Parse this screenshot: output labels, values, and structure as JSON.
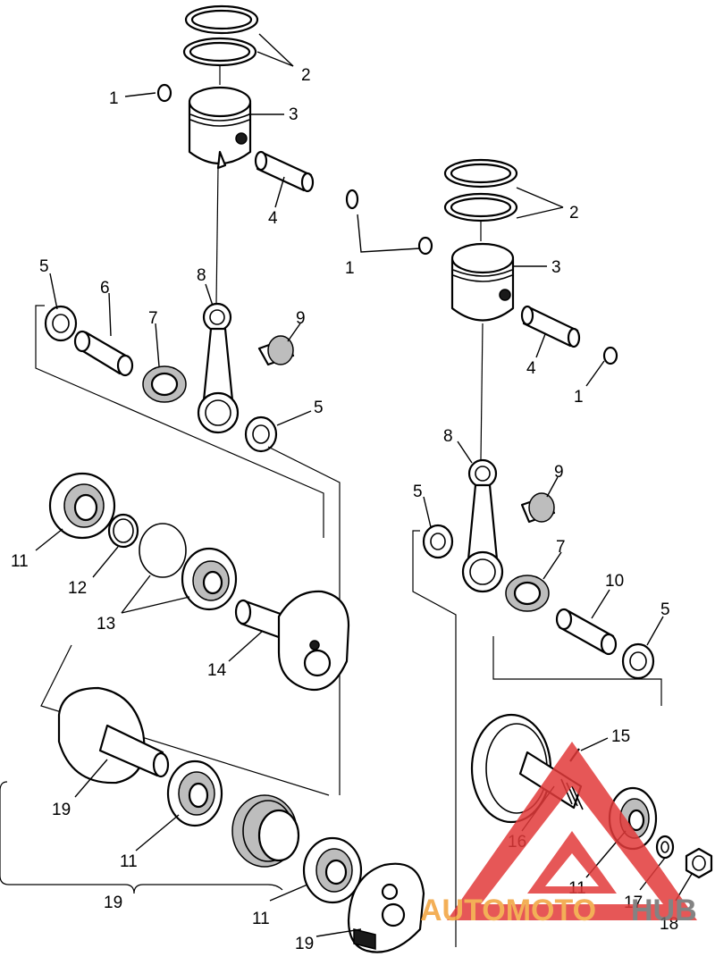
{
  "callouts": [
    {
      "id": "c2a",
      "text": "2"
    },
    {
      "id": "c1a",
      "text": "1"
    },
    {
      "id": "c3a",
      "text": "3"
    },
    {
      "id": "c4a",
      "text": "4"
    },
    {
      "id": "c2b",
      "text": "2"
    },
    {
      "id": "c1b",
      "text": "1"
    },
    {
      "id": "c3b",
      "text": "3"
    },
    {
      "id": "c4b",
      "text": "4"
    },
    {
      "id": "c1c",
      "text": "1"
    },
    {
      "id": "c5a",
      "text": "5"
    },
    {
      "id": "c6",
      "text": "6"
    },
    {
      "id": "c7a",
      "text": "7"
    },
    {
      "id": "c8a",
      "text": "8"
    },
    {
      "id": "c9a",
      "text": "9"
    },
    {
      "id": "c5b",
      "text": "5"
    },
    {
      "id": "c8b",
      "text": "8"
    },
    {
      "id": "c9b",
      "text": "9"
    },
    {
      "id": "c5c",
      "text": "5"
    },
    {
      "id": "c7b",
      "text": "7"
    },
    {
      "id": "c10",
      "text": "10"
    },
    {
      "id": "c5d",
      "text": "5"
    },
    {
      "id": "c11a",
      "text": "11"
    },
    {
      "id": "c12",
      "text": "12"
    },
    {
      "id": "c13",
      "text": "13"
    },
    {
      "id": "c14",
      "text": "14"
    },
    {
      "id": "c15",
      "text": "15"
    },
    {
      "id": "c16",
      "text": "16"
    },
    {
      "id": "c11b",
      "text": "11"
    },
    {
      "id": "c17",
      "text": "17"
    },
    {
      "id": "c18",
      "text": "18"
    },
    {
      "id": "c19a",
      "text": "19"
    },
    {
      "id": "c11c",
      "text": "11"
    },
    {
      "id": "c19b",
      "text": "19"
    },
    {
      "id": "c11d",
      "text": "11"
    },
    {
      "id": "c19c",
      "text": "19"
    }
  ],
  "watermark": {
    "text_a": "AUTOMOTO",
    "text_b": "HUB",
    "color_red": "#e23a3a",
    "color_orange": "#f2a23a",
    "color_gray": "#6e6e6e"
  }
}
